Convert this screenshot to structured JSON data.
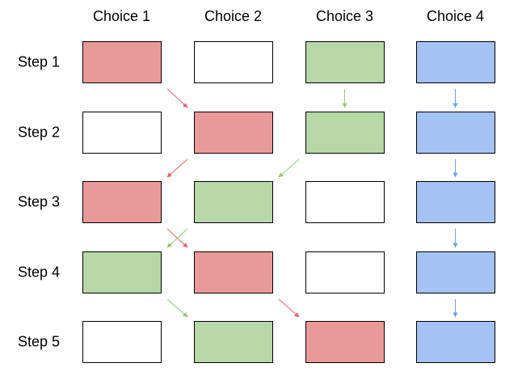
{
  "columns": [
    "Choice 1",
    "Choice 2",
    "Choice 3",
    "Choice 4"
  ],
  "rows": [
    "Step 1",
    "Step 2",
    "Step 3",
    "Step 4",
    "Step 5"
  ],
  "colors": {
    "red": "#ea9999",
    "green": "#b6d7a8",
    "blue": "#a4c2f4",
    "empty": "#ffffff",
    "border": "#000000",
    "arrow_red": "#e06666",
    "arrow_green": "#93c47d",
    "arrow_blue": "#6d9eeb"
  },
  "grid": [
    [
      "red",
      "empty",
      "green",
      "blue"
    ],
    [
      "empty",
      "red",
      "green",
      "blue"
    ],
    [
      "red",
      "green",
      "empty",
      "blue"
    ],
    [
      "green",
      "red",
      "empty",
      "blue"
    ],
    [
      "empty",
      "green",
      "red",
      "blue"
    ]
  ],
  "arrows": [
    {
      "from_step": 1,
      "from_choice": 1,
      "to_step": 2,
      "to_choice": 2,
      "color": "red"
    },
    {
      "from_step": 1,
      "from_choice": 3,
      "to_step": 2,
      "to_choice": 3,
      "color": "green"
    },
    {
      "from_step": 1,
      "from_choice": 4,
      "to_step": 2,
      "to_choice": 4,
      "color": "blue"
    },
    {
      "from_step": 2,
      "from_choice": 2,
      "to_step": 3,
      "to_choice": 1,
      "color": "red"
    },
    {
      "from_step": 2,
      "from_choice": 3,
      "to_step": 3,
      "to_choice": 2,
      "color": "green"
    },
    {
      "from_step": 2,
      "from_choice": 4,
      "to_step": 3,
      "to_choice": 4,
      "color": "blue"
    },
    {
      "from_step": 3,
      "from_choice": 1,
      "to_step": 4,
      "to_choice": 2,
      "color": "red"
    },
    {
      "from_step": 3,
      "from_choice": 2,
      "to_step": 4,
      "to_choice": 1,
      "color": "green"
    },
    {
      "from_step": 3,
      "from_choice": 4,
      "to_step": 4,
      "to_choice": 4,
      "color": "blue"
    },
    {
      "from_step": 4,
      "from_choice": 1,
      "to_step": 5,
      "to_choice": 2,
      "color": "green"
    },
    {
      "from_step": 4,
      "from_choice": 2,
      "to_step": 5,
      "to_choice": 3,
      "color": "red"
    },
    {
      "from_step": 4,
      "from_choice": 4,
      "to_step": 5,
      "to_choice": 4,
      "color": "blue"
    }
  ]
}
